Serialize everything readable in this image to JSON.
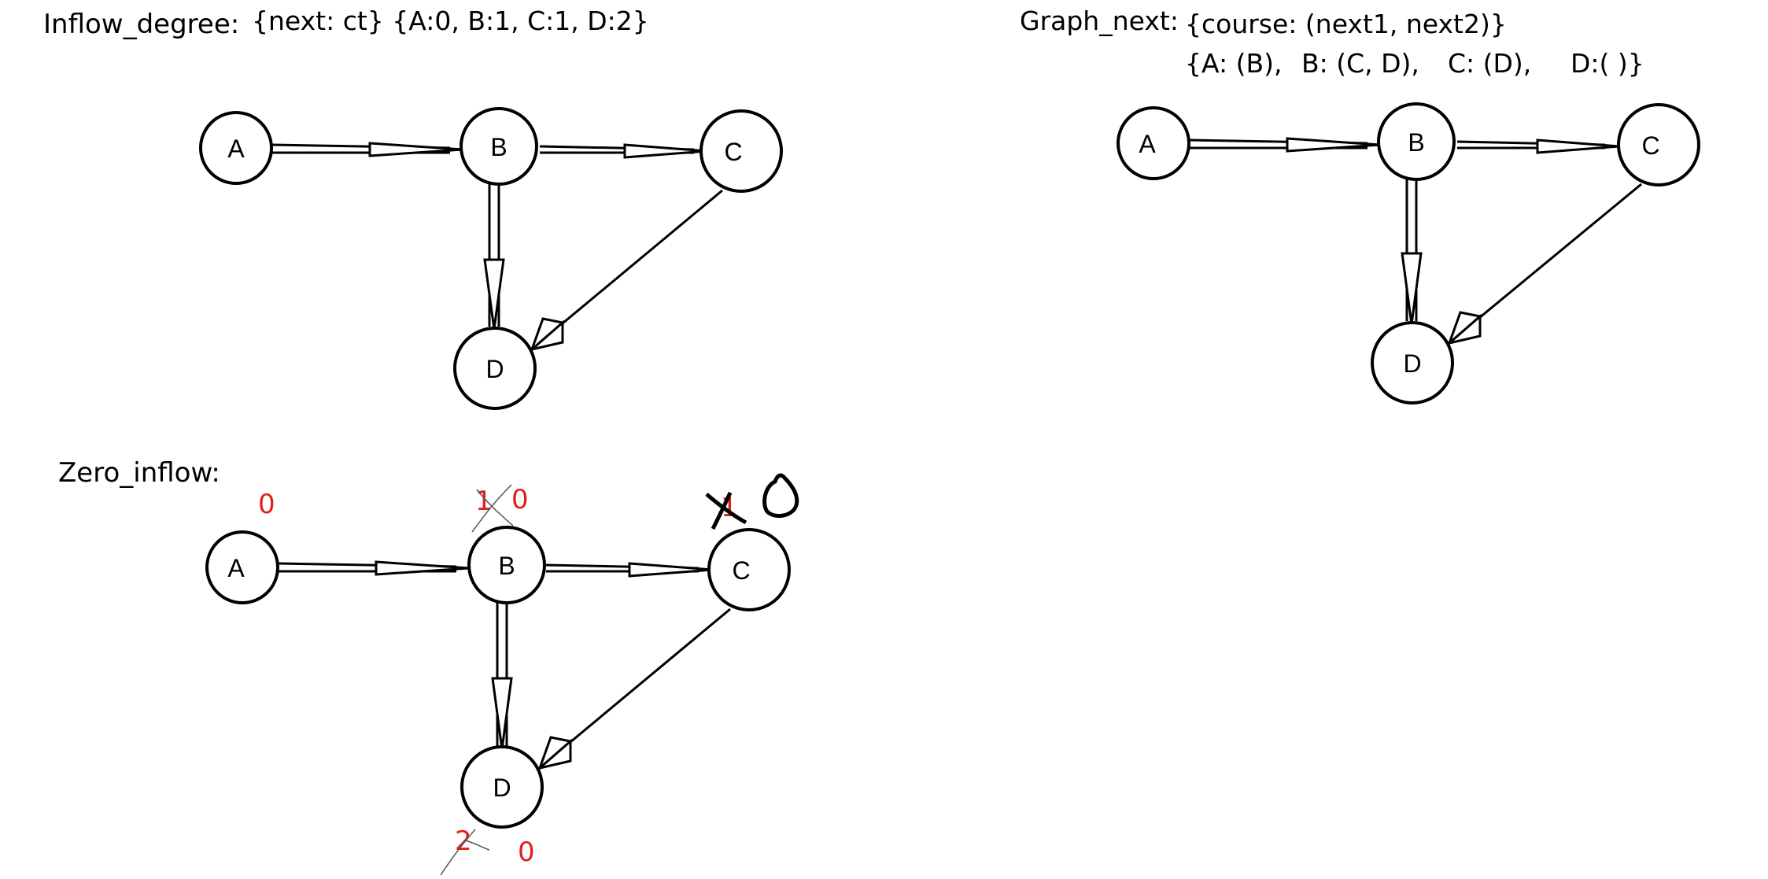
{
  "colors": {
    "annotation": "#e0201b",
    "ink": "#000000"
  },
  "inflow_panel": {
    "title": "Inflow_degree:",
    "formula": "{next: ct} {A:0, B:1, C:1, D:2}",
    "nodes": {
      "a": "A",
      "b": "B",
      "c": "C",
      "d": "D"
    }
  },
  "graph_panel": {
    "title": "Graph_next:",
    "formula_line1": "{course: (next1, next2)}",
    "formula_a": "{A: (B),",
    "formula_b": "B: (C, D),",
    "formula_c": "C: (D),",
    "formula_d": "D:( )}",
    "nodes": {
      "a": "A",
      "b": "B",
      "c": "C",
      "d": "D"
    }
  },
  "zero_panel": {
    "title": "Zero_inflow:",
    "nodes": {
      "a": "A",
      "b": "B",
      "c": "C",
      "d": "D"
    },
    "annotations": {
      "a_count": "0",
      "b_old": "1",
      "b_new": "0",
      "c_old": "1",
      "d_old": "2",
      "d_new": "0"
    }
  }
}
